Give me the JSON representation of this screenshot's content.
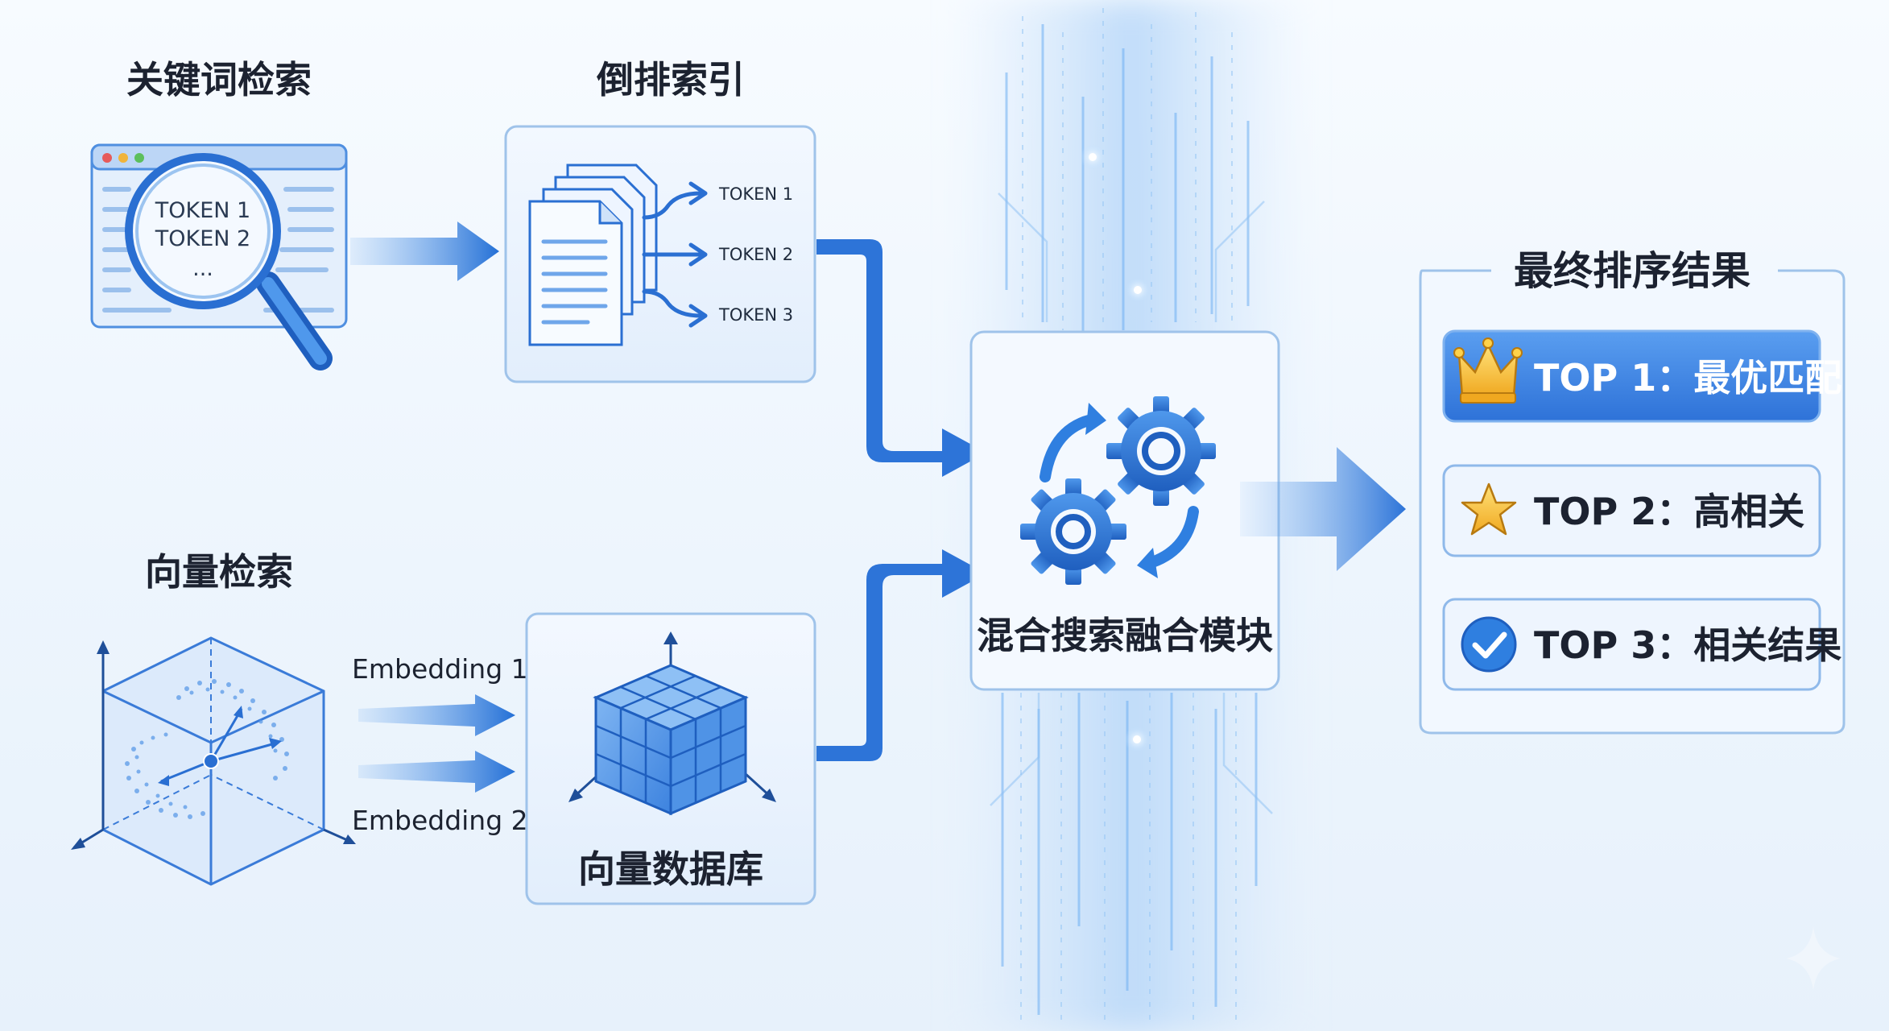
{
  "keyword_search": {
    "title": "关键词检索",
    "lens_lines": [
      "TOKEN 1",
      "TOKEN 2",
      "..."
    ]
  },
  "inverted_index": {
    "title": "倒排索引",
    "tokens": [
      "TOKEN 1",
      "TOKEN 2",
      "TOKEN 3"
    ]
  },
  "vector_search": {
    "title": "向量检索",
    "embeddings": [
      "Embedding 1",
      "Embedding 2"
    ]
  },
  "vector_db": {
    "label": "向量数据库"
  },
  "fusion": {
    "label": "混合搜索融合模块",
    "icon": "gears-with-cycle-arrows-icon"
  },
  "results": {
    "title": "最终排序结果",
    "items": [
      {
        "label": "TOP 1：最优匹配",
        "icon": "crown-icon",
        "highlight": true
      },
      {
        "label": "TOP 2：高相关",
        "icon": "star-icon",
        "highlight": false
      },
      {
        "label": "TOP 3：相关结果",
        "icon": "checkmark-icon",
        "highlight": false
      }
    ]
  },
  "colors": {
    "accent": "#2f7fe0",
    "accent_dark": "#1f5fbf",
    "panel_border": "#9fc3ea",
    "highlight_fill": "#3d86e4"
  }
}
